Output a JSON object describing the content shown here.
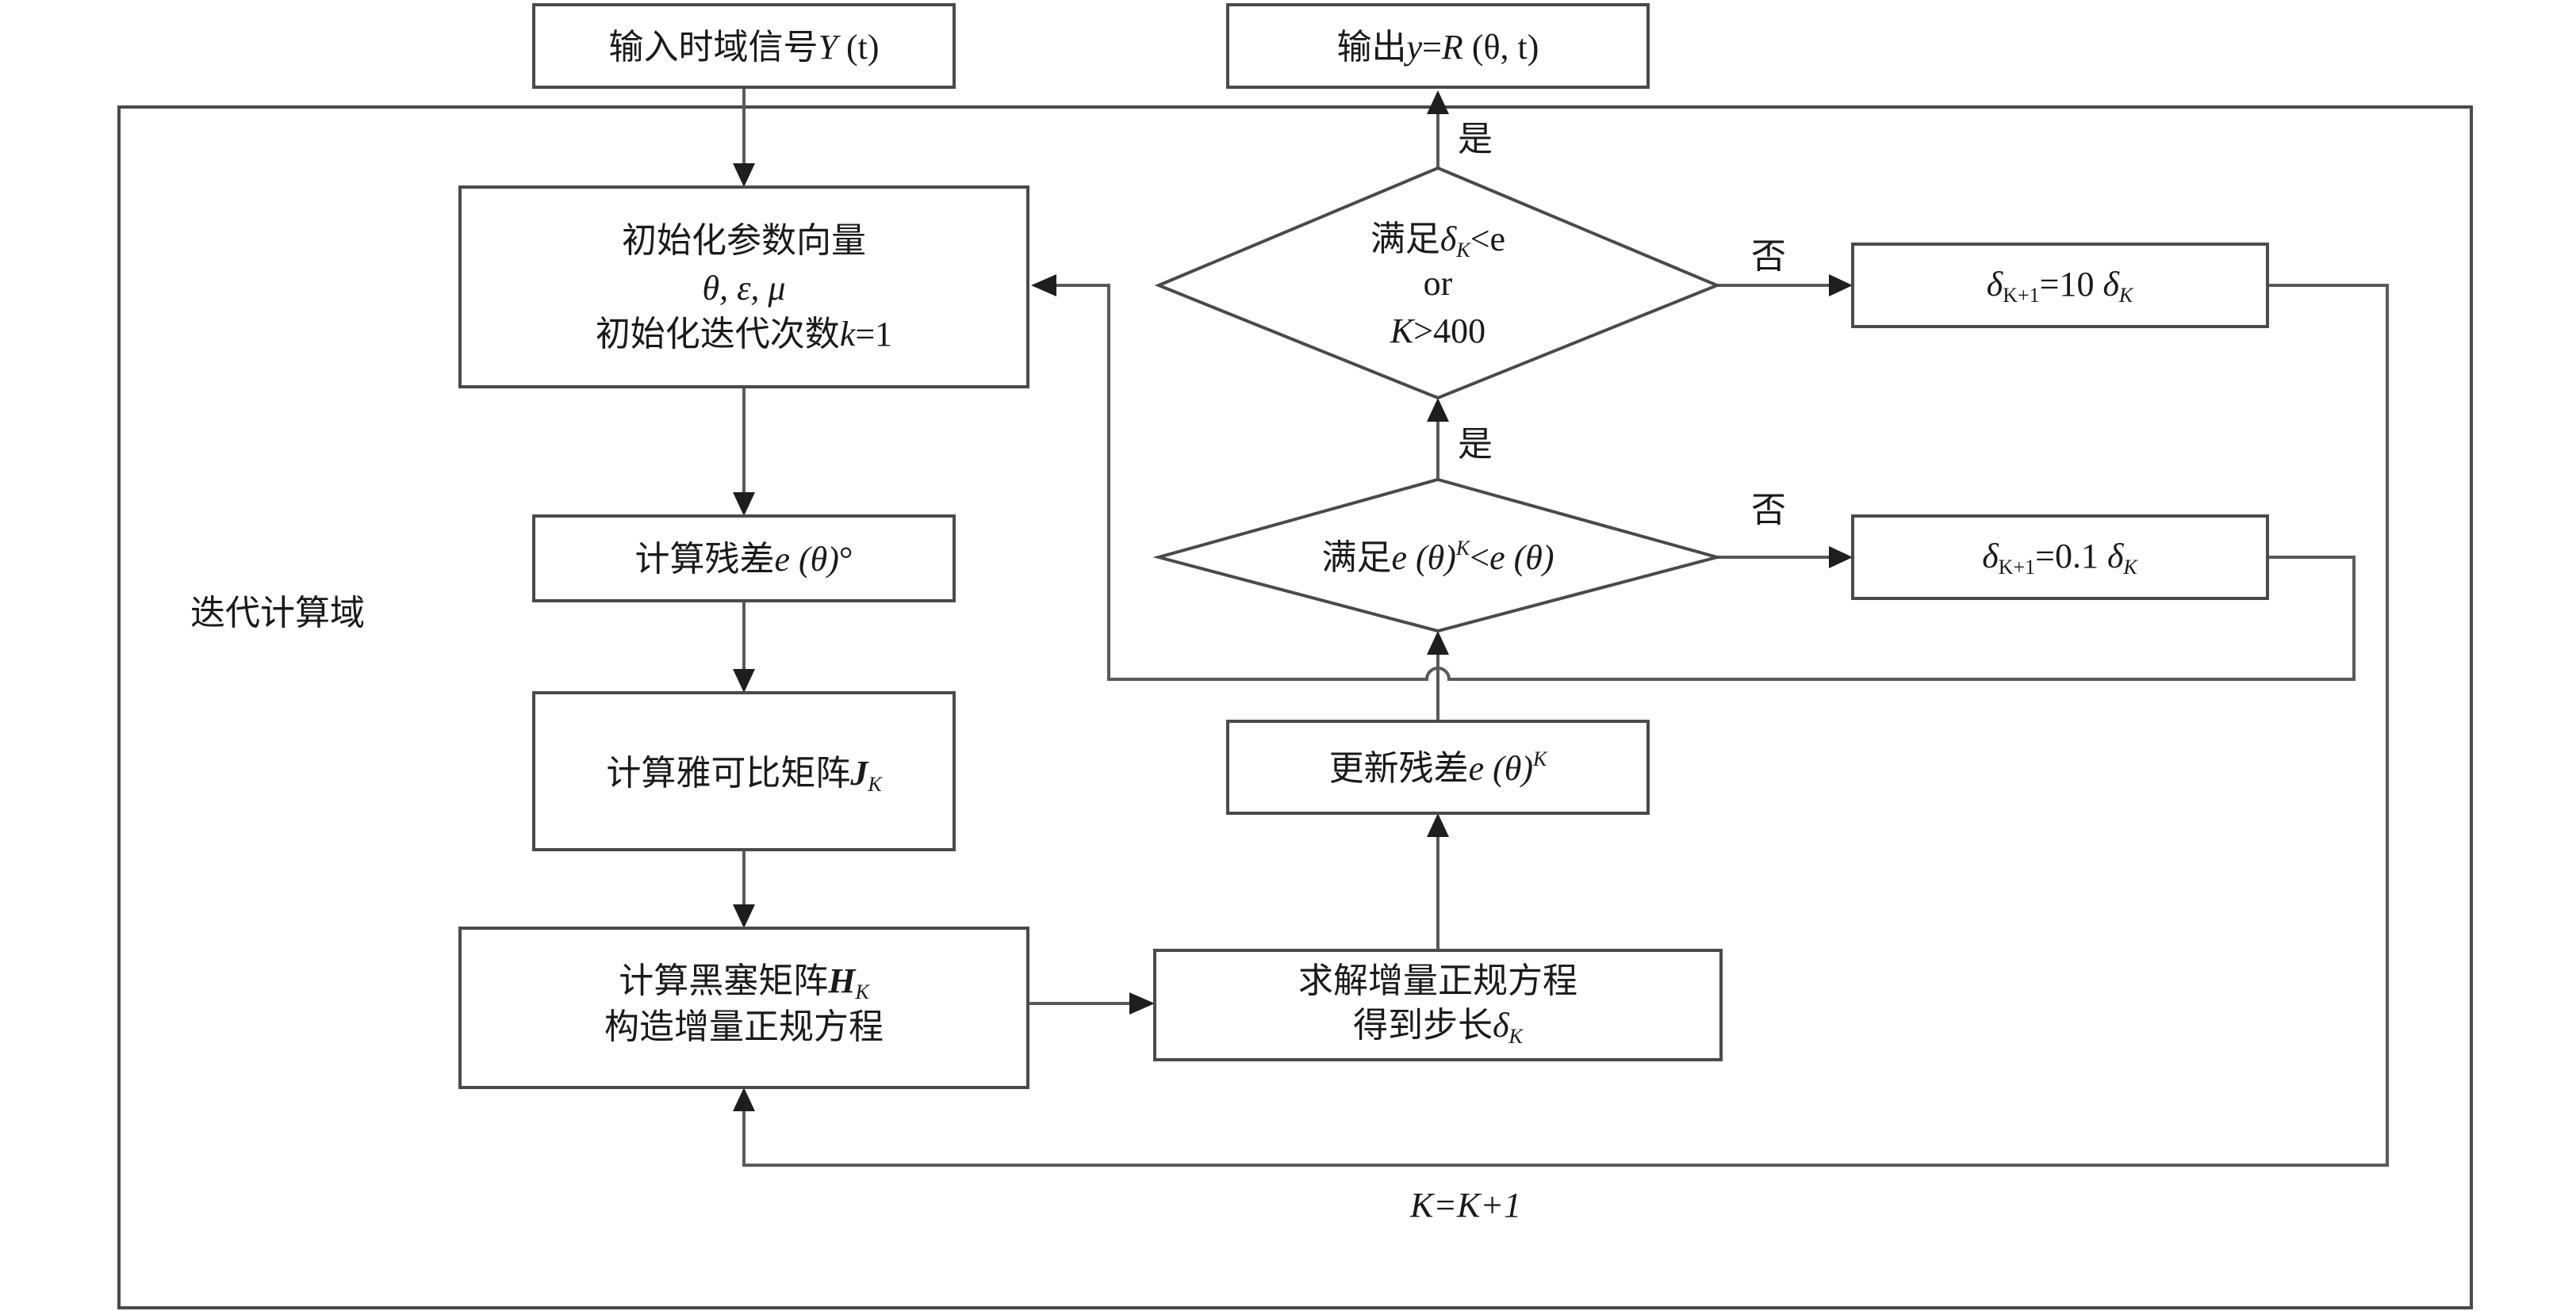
{
  "input_box": {
    "prefix": "输入时域信号",
    "var": "Y",
    "arg": " (t)"
  },
  "output_box": {
    "prefix": "输出",
    "var": "y",
    "eq": "=",
    "func": "R",
    "args": " (θ, t)"
  },
  "domain_label": "迭代计算域",
  "init_box": {
    "line1": "初始化参数向量",
    "line2": "θ, ε, μ",
    "line3_prefix": "初始化迭代次数",
    "line3_var": "k",
    "line3_suffix": "=1"
  },
  "residual_box": {
    "prefix": "计算残差",
    "expr": "e (θ)",
    "suffix": "°"
  },
  "jacobian_box": {
    "prefix": "计算雅可比矩阵",
    "sym": "J",
    "sub": "K"
  },
  "hessian_box": {
    "line1_prefix": "计算黑塞矩阵",
    "sym": "H",
    "sub": "K",
    "line2": "构造增量正规方程"
  },
  "solve_box": {
    "line1": "求解增量正规方程",
    "line2_prefix": "得到步长",
    "sym": "δ",
    "sub": "K"
  },
  "update_box": {
    "prefix": "更新残差",
    "expr": "e (θ)",
    "sup": "K"
  },
  "decision_lower": {
    "prefix": "满足",
    "lhs": "e (θ)",
    "sup": "K",
    "op": "<",
    "rhs": "e (θ)"
  },
  "decision_upper": {
    "line1_prefix": "满足",
    "sym": "δ",
    "sub": "K",
    "line1_suffix": "<e",
    "line2": "or",
    "line3_var": "K",
    "line3_suffix": ">400"
  },
  "shrink_box": {
    "sym": "δ",
    "sub": "K+1",
    "eq": "=0.1 ",
    "sym2": "δ",
    "sub2": "K"
  },
  "grow_box": {
    "sym": "δ",
    "sub": "K+1",
    "eq": "=10 ",
    "sym2": "δ",
    "sub2": "K"
  },
  "labels": {
    "yes_upper": "是",
    "yes_lower": "是",
    "no_upper": "否",
    "no_lower": "否",
    "loop": "K=K+1"
  }
}
